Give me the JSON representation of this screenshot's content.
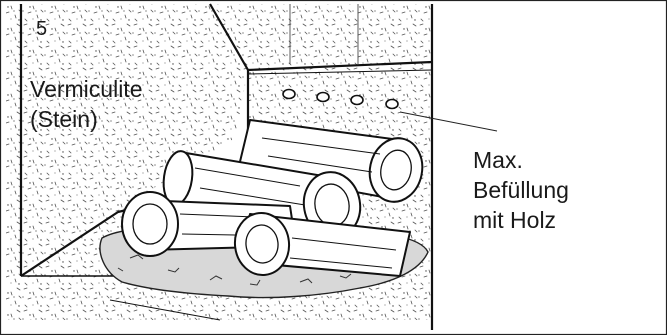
{
  "figure": {
    "step_number": "5",
    "material_label": [
      "Vermiculite",
      "(Stein)"
    ],
    "fill_annotation": [
      "Max.",
      "Befüllung",
      "mit Holz"
    ]
  }
}
